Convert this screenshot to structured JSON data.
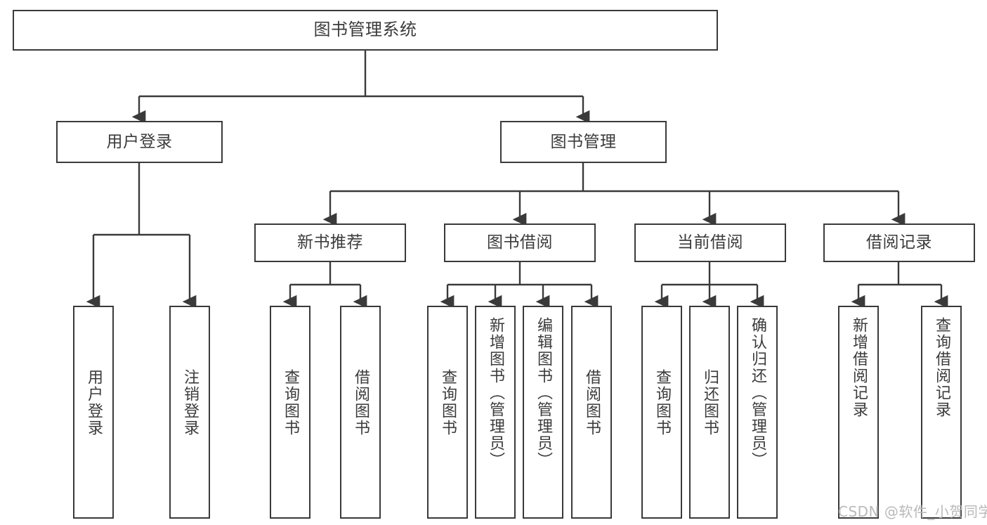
{
  "diagram": {
    "type": "tree",
    "title": "图书管理系统",
    "root": {
      "label": "图书管理系统"
    },
    "level2": [
      {
        "label": "用户登录"
      },
      {
        "label": "图书管理"
      }
    ],
    "level3": [
      {
        "label": "新书推荐"
      },
      {
        "label": "图书借阅"
      },
      {
        "label": "当前借阅"
      },
      {
        "label": "借阅记录"
      }
    ],
    "leaves": {
      "user_login": [
        {
          "label": "用户登录"
        },
        {
          "label": "注销登录"
        }
      ],
      "new_book_recommend": [
        {
          "label": "查询图书"
        },
        {
          "label": "借阅图书"
        }
      ],
      "book_borrow": [
        {
          "label": "查询图书"
        },
        {
          "label": "新增图书（管理员）"
        },
        {
          "label": "编辑图书（管理员）"
        },
        {
          "label": "借阅图书"
        }
      ],
      "current_borrow": [
        {
          "label": "查询图书"
        },
        {
          "label": "归还图书"
        },
        {
          "label": "确认归还（管理员）"
        }
      ],
      "borrow_record": [
        {
          "label": "新增借阅记录"
        },
        {
          "label": "查询借阅记录"
        }
      ]
    }
  },
  "watermark": {
    "text": "CSDN @软件_小贺同学"
  },
  "colors": {
    "stroke": "#3a3a3a",
    "text": "#3b3b3b",
    "background": "#ffffff",
    "watermark": "#b9b9b9"
  }
}
